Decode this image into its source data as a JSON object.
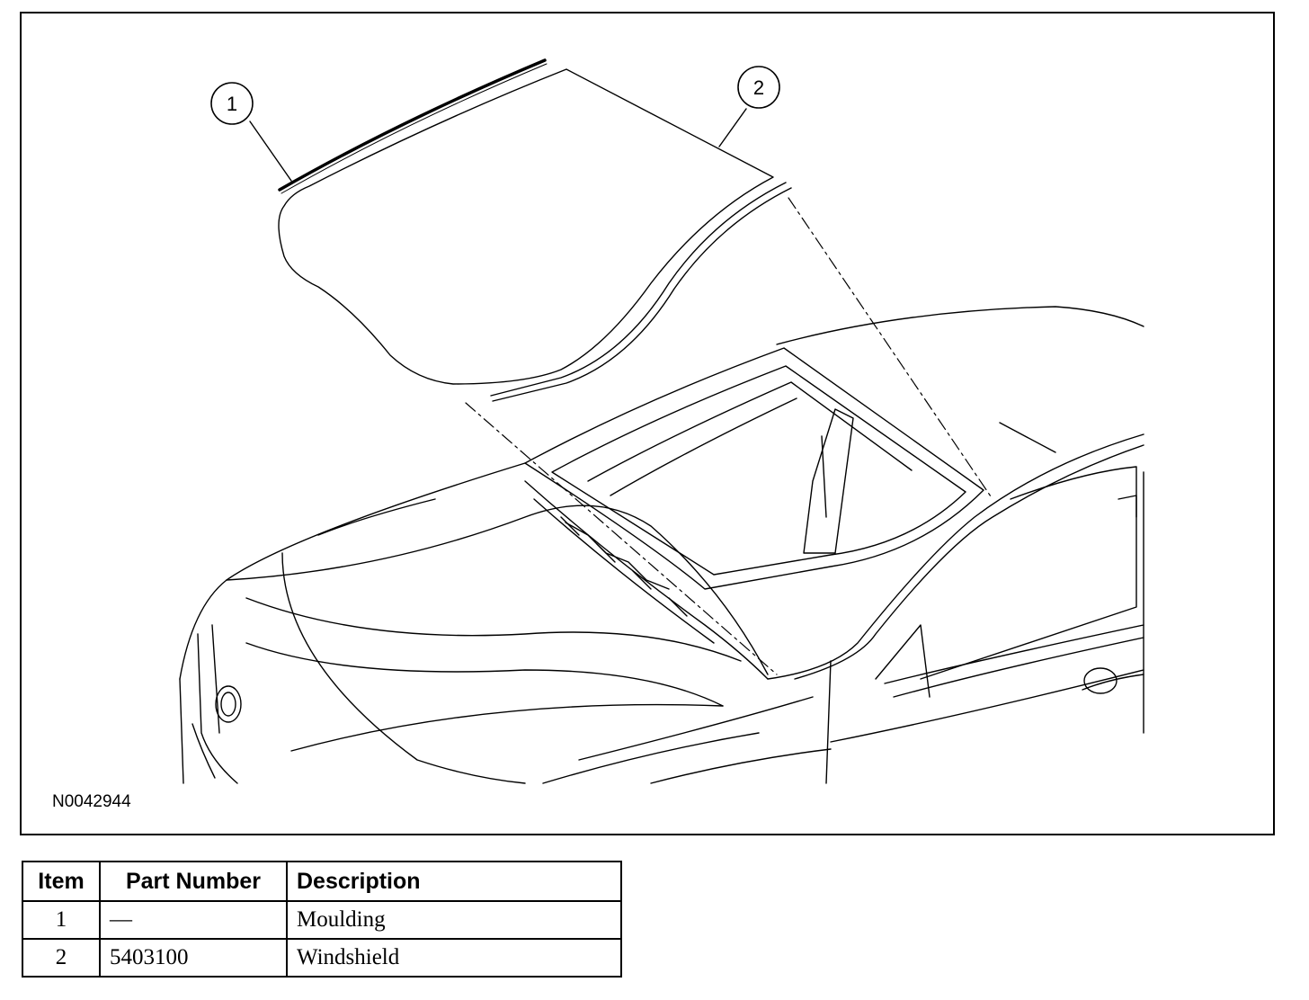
{
  "figure": {
    "id": "N0042944",
    "callouts": [
      {
        "number": "1"
      },
      {
        "number": "2"
      }
    ]
  },
  "table": {
    "headers": [
      "Item",
      "Part Number",
      "Description"
    ],
    "rows": [
      {
        "item": "1",
        "part_number": "—",
        "description": "Moulding"
      },
      {
        "item": "2",
        "part_number": "5403100",
        "description": "Windshield"
      }
    ]
  }
}
